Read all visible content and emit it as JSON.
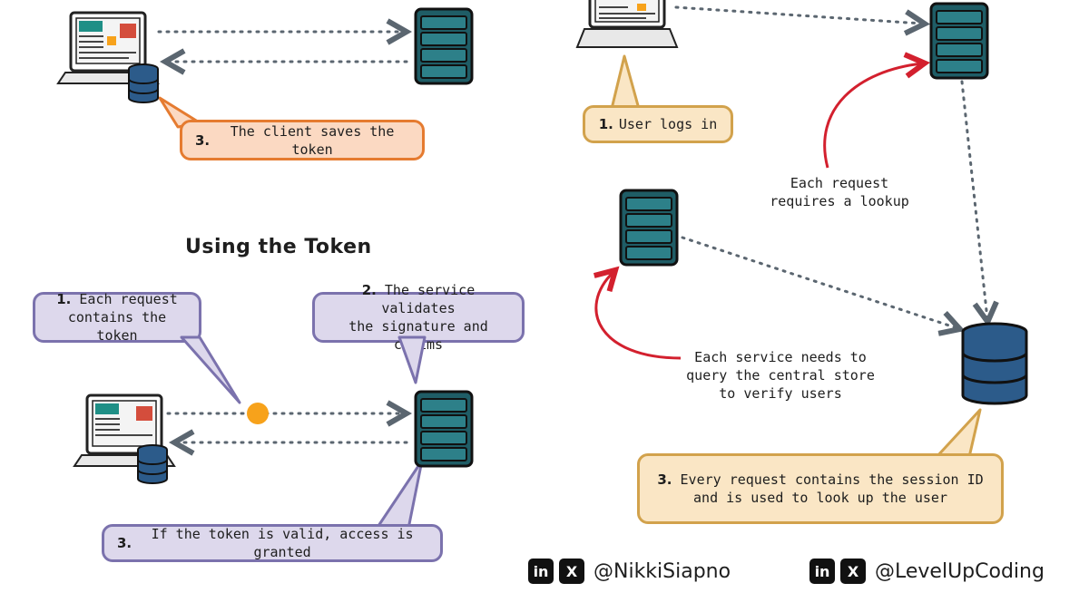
{
  "heading": "Using the Token",
  "bubbles": {
    "client_saves": {
      "num": "3.",
      "text": "The client saves the token"
    },
    "request_contains_token": {
      "num": "1.",
      "line1": "Each request",
      "line2": "contains the token"
    },
    "service_validates": {
      "num": "2.",
      "line1": "The service validates",
      "line2": "the signature and claims"
    },
    "token_valid": {
      "num": "3.",
      "text": "If the token is valid, access is granted"
    },
    "user_logs_in": {
      "num": "1.",
      "text": "User logs in"
    },
    "session_id": {
      "num": "3.",
      "line1": "Every request contains the session ID",
      "line2": "and is used to look up the user"
    }
  },
  "notes": {
    "lookup": {
      "line1": "Each request",
      "line2": "requires a lookup"
    },
    "central_store": {
      "line1": "Each service needs to",
      "line2": "query the central store",
      "line3": "to verify users"
    }
  },
  "social": [
    {
      "linkedin_icon": "in",
      "x_icon": "X",
      "handle": "@NikkiSiapno"
    },
    {
      "linkedin_icon": "in",
      "x_icon": "X",
      "handle": "@LevelUpCoding"
    }
  ],
  "colors": {
    "orange": "#e57b30",
    "yellow": "#d2a24c",
    "purple": "#7b72ad",
    "server": "#1f5d66",
    "database": "#2c5b8a",
    "token_dot": "#f7a21b",
    "red_arrow": "#d3202e"
  }
}
